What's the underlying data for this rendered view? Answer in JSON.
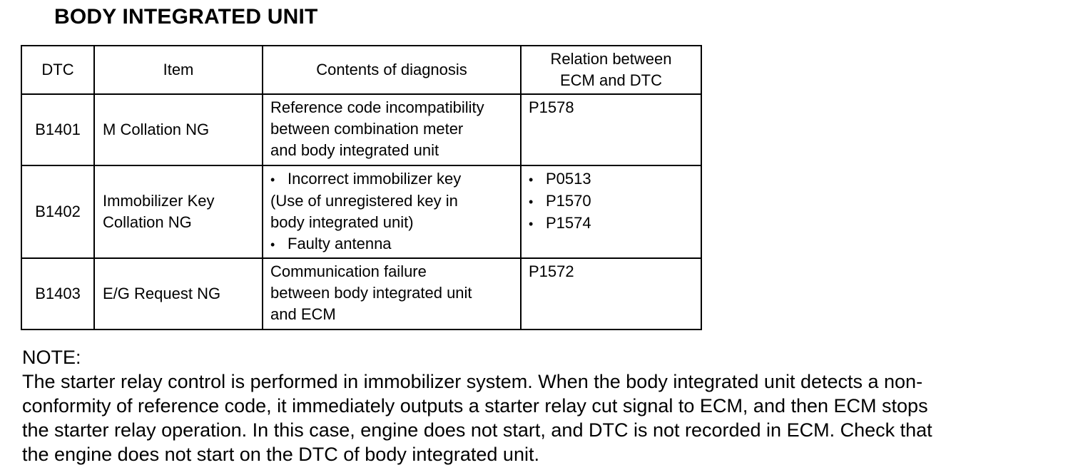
{
  "title": "BODY INTEGRATED UNIT",
  "table": {
    "headers": {
      "dtc": "DTC",
      "item": "Item",
      "contents": "Contents of diagnosis",
      "relation_line1": "Relation between",
      "relation_line2": "ECM and DTC"
    },
    "rows": [
      {
        "dtc": "B1401",
        "item_lines": [
          "M Collation NG"
        ],
        "contents": {
          "lines": [
            "Reference code incompatibility",
            "between combination meter",
            "and body integrated unit"
          ]
        },
        "relation": {
          "lines": [
            "P1578"
          ]
        }
      },
      {
        "dtc": "B1402",
        "item_lines": [
          "Immobilizer Key",
          "Collation NG"
        ],
        "contents": {
          "bullet": "•",
          "b1": "Incorrect immobilizer key",
          "b1_cont1": "(Use of unregistered key in",
          "b1_cont2": "body integrated unit)",
          "b2": "Faulty antenna"
        },
        "relation": {
          "bullet": "•",
          "items": [
            "P0513",
            "P1570",
            "P1574"
          ]
        }
      },
      {
        "dtc": "B1403",
        "item_lines": [
          "E/G Request NG"
        ],
        "contents": {
          "lines": [
            "Communication failure",
            "between body integrated unit",
            "and ECM"
          ]
        },
        "relation": {
          "lines": [
            "P1572"
          ]
        }
      }
    ]
  },
  "note": {
    "label": "NOTE:",
    "lines": [
      "The starter relay control is performed in immobilizer system. When the body integrated unit detects a non-",
      "conformity of reference code, it immediately outputs a starter relay cut signal to ECM, and then ECM stops",
      "the starter relay operation. In this case, engine does not start, and DTC is not recorded in ECM. Check that",
      "the engine does not start on the DTC of body integrated unit."
    ]
  }
}
